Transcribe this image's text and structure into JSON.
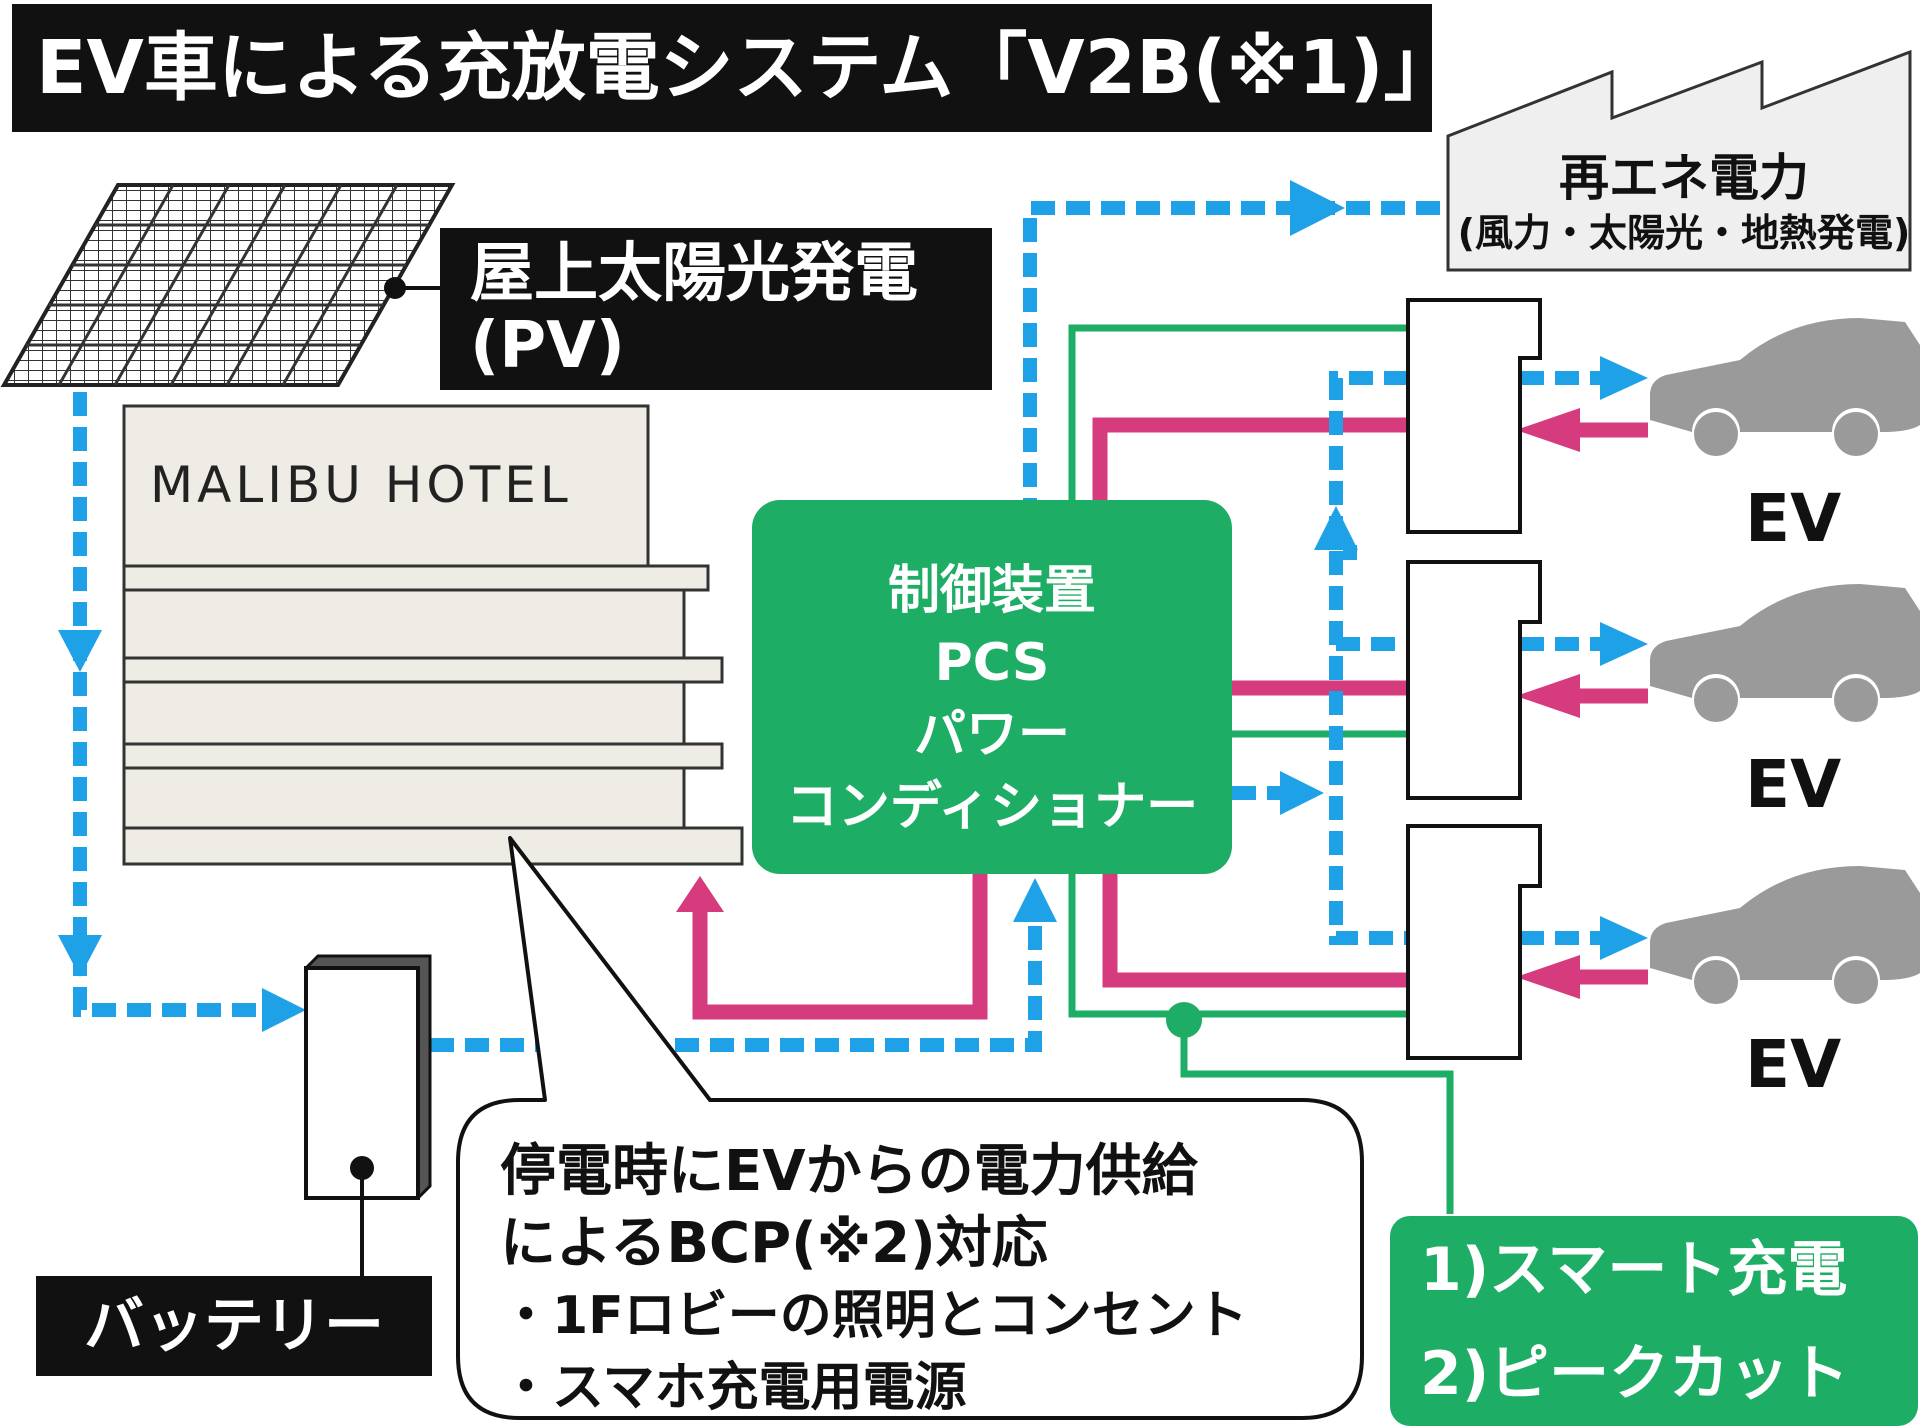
{
  "title": "EV車による充放電システム「V2B(※1)」",
  "pv_label_line1": "屋上太陽光発電",
  "pv_label_line2": "(PV)",
  "hotel_name": "MALIBU HOTEL",
  "renewable": {
    "title": "再エネ電力",
    "subtitle": "(風力・太陽光・地熱発電)"
  },
  "pcs": {
    "line1": "制御装置",
    "line2": "PCS",
    "line3": "パワー",
    "line4": "コンディショナー"
  },
  "ev_labels": [
    "EV",
    "EV",
    "EV"
  ],
  "battery_label": "バッテリー",
  "bcp": {
    "line1": "停電時にEVからの電力供給",
    "line2": "によるBCP(※2)対応",
    "item1": "・1Fロビーの照明とコンセント",
    "item2": "・スマホ充電用電源"
  },
  "features": {
    "item1": "1)スマート充電",
    "item2": "2)ピークカット"
  },
  "colors": {
    "blue_flow": "#1ea1e6",
    "pink_flow": "#d63b7e",
    "green": "#1ead64",
    "black": "#111111",
    "car_gray": "#9a9a9a",
    "building": "#efece6"
  }
}
